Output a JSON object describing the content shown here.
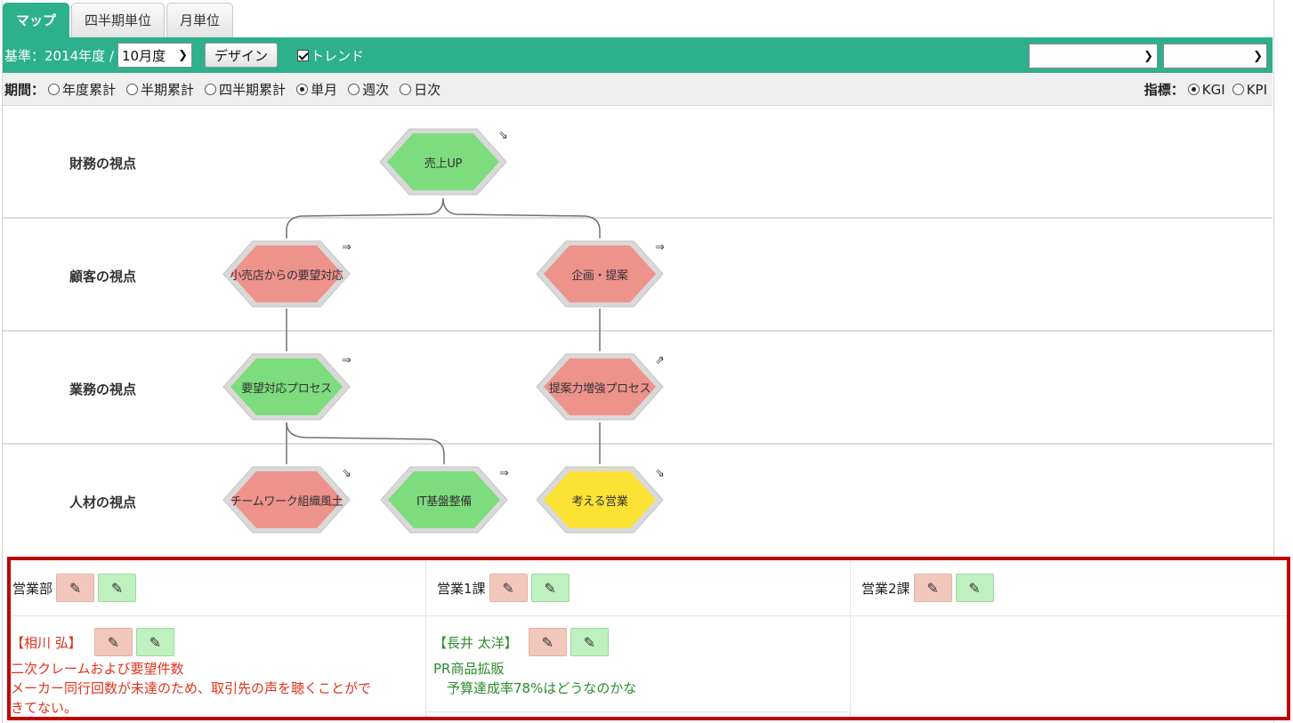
{
  "tabs": [
    {
      "label": "マップ",
      "active": true
    },
    {
      "label": "四半期単位",
      "active": false
    },
    {
      "label": "月単位",
      "active": false
    }
  ],
  "toolbar": {
    "base_label": "基準：2014年度 /",
    "month_select": "10月度",
    "design_button": "デザイン",
    "trend_checkbox": {
      "label": "トレンド",
      "checked": true
    },
    "right_selects": [
      "",
      ""
    ]
  },
  "period": {
    "label": "期間：",
    "options": [
      {
        "label": "年度累計",
        "selected": false
      },
      {
        "label": "半期累計",
        "selected": false
      },
      {
        "label": "四半期累計",
        "selected": false
      },
      {
        "label": "単月",
        "selected": true
      },
      {
        "label": "週次",
        "selected": false
      },
      {
        "label": "日次",
        "selected": false
      }
    ],
    "indicator_label": "指標：",
    "indicator_options": [
      {
        "label": "KGI",
        "selected": true
      },
      {
        "label": "KPI",
        "selected": false
      }
    ]
  },
  "map": {
    "lanes": [
      "財務の視点",
      "顧客の視点",
      "業務の視点",
      "人材の視点"
    ],
    "nodes": [
      {
        "label": "売上UP",
        "status": "green",
        "trend": "down-right"
      },
      {
        "label": "小売店からの要望対応",
        "status": "red",
        "trend": "right"
      },
      {
        "label": "企画・提案",
        "status": "red",
        "trend": "right"
      },
      {
        "label": "要望対応プロセス",
        "status": "green",
        "trend": "right"
      },
      {
        "label": "提案力増強プロセス",
        "status": "red",
        "trend": "up-right"
      },
      {
        "label": "チームワーク組織風土",
        "status": "red",
        "trend": "down-right"
      },
      {
        "label": "IT基盤整備",
        "status": "green",
        "trend": "right"
      },
      {
        "label": "考える営業",
        "status": "yellow",
        "trend": "down-right"
      }
    ],
    "colors": {
      "green": "#7ddc7d",
      "red": "#ee928c",
      "yellow": "#fbe233",
      "rim": "#d9d9d9"
    }
  },
  "panel": {
    "columns": [
      {
        "dept": "営業部",
        "person": "【相川 弘】",
        "person_color": "#e2311b",
        "lines": [
          "二次クレームおよび要望件数",
          "メーカー同行回数が未達のため、取引先の声を聴くことがで",
          "きてない。"
        ]
      },
      {
        "dept": "営業1課",
        "person": "【長井 太洋】",
        "person_color": "#2d8a2d",
        "lines": [
          "PR商品拡販",
          "　予算達成率78%はどうなのかな"
        ]
      },
      {
        "dept": "営業2課"
      }
    ]
  }
}
